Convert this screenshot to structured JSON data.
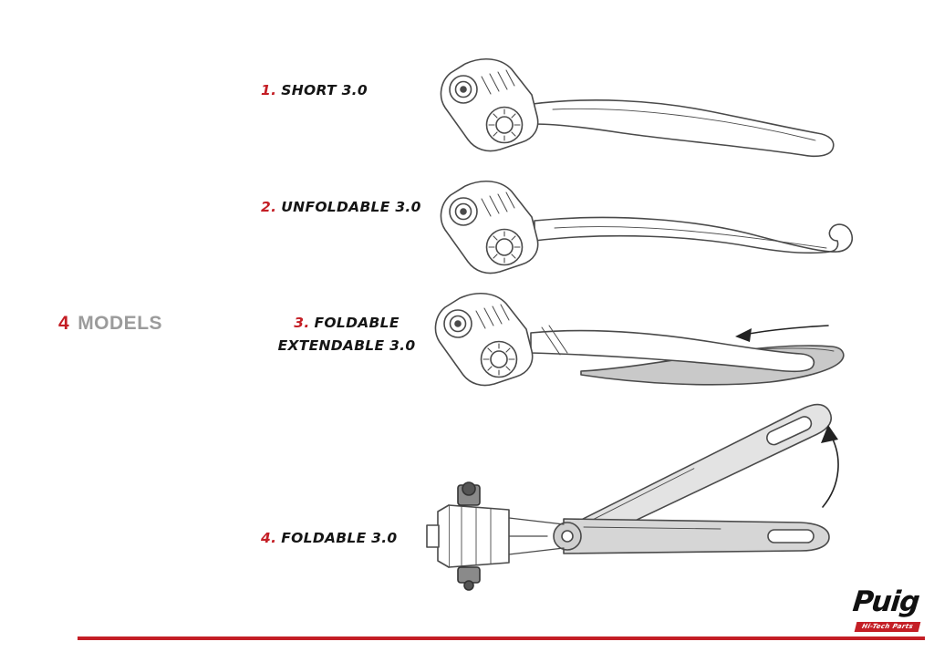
{
  "heading": {
    "count": "4",
    "label": "MODELS"
  },
  "items": [
    {
      "num": "1.",
      "label": "SHORT 3.0"
    },
    {
      "num": "2.",
      "label": "UNFOLDABLE 3.0"
    },
    {
      "num": "3.",
      "label": "FOLDABLE EXTENDABLE 3.0"
    },
    {
      "num": "4.",
      "label": "FOLDABLE 3.0"
    }
  ],
  "illustrations": [
    {
      "name": "short-3-0-lever-drawing"
    },
    {
      "name": "unfoldable-3-0-lever-drawing"
    },
    {
      "name": "foldable-extendable-3-0-lever-drawing",
      "arrow": "slide-left-arrow"
    },
    {
      "name": "foldable-3-0-lever-drawing",
      "arrow": "fold-up-arrow"
    }
  ],
  "brand": {
    "name": "Puig",
    "tagline": "Hi-Tech Parts"
  },
  "colors": {
    "accent_red": "#c41e25",
    "heading_gray": "#9b9b9b",
    "line_art": "#4a4a4a",
    "extension_fill": "#c9c9c9"
  }
}
